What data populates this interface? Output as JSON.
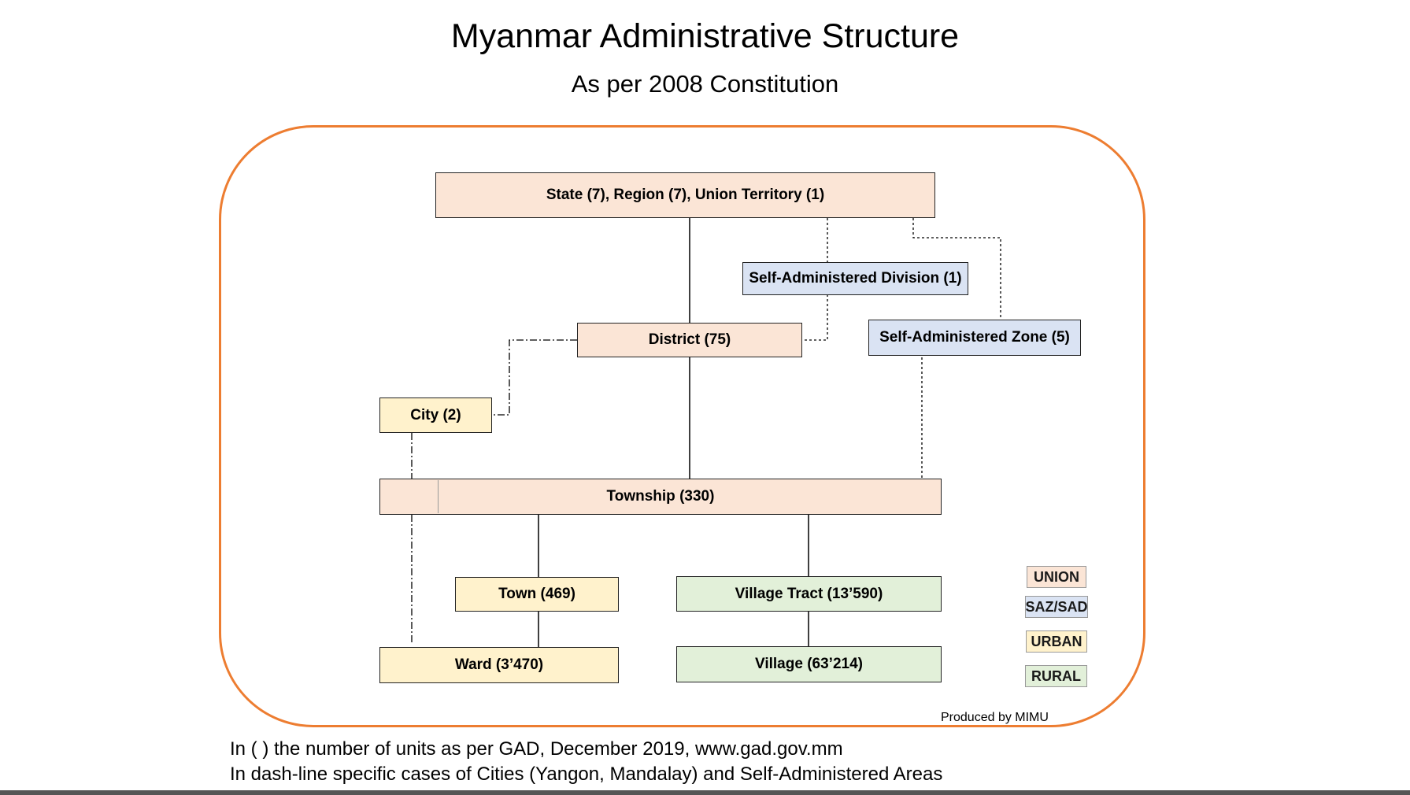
{
  "title": "Myanmar Administrative Structure",
  "subtitle": "As per 2008 Constitution",
  "nodes": {
    "state_region": "State (7), Region (7), Union Territory (1)",
    "sad": "Self-Administered Division (1)",
    "district": "District (75)",
    "saz": "Self-Administered Zone (5)",
    "city": "City (2)",
    "township": "Township (330)",
    "town": "Town (469)",
    "village_tract": "Village Tract (13’590)",
    "ward": "Ward (3’470)",
    "village": "Village (63’214)"
  },
  "legend": {
    "union": "UNION",
    "saz_sad": "SAZ/SAD",
    "urban": "URBAN",
    "rural": "RURAL"
  },
  "colors": {
    "union": "#fbe5d6",
    "saz_sad": "#dae3f3",
    "urban": "#fff2cc",
    "rural": "#e2f0d9",
    "frame": "#ed7d31"
  },
  "credit": "Produced by MIMU",
  "footnotes": [
    "In ( ) the number of units as per GAD, December 2019, www.gad.gov.mm",
    "In dash-line specific cases of Cities (Yangon, Mandalay) and Self-Administered Areas"
  ]
}
